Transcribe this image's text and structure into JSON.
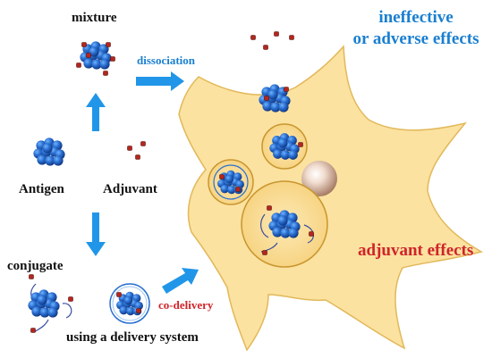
{
  "labels": {
    "mixture": "mixture",
    "dissociation": "dissociation",
    "ineffective_line1": "ineffective",
    "ineffective_line2": "or adverse effects",
    "antigen": "Antigen",
    "adjuvant": "Adjuvant",
    "conjugate": "conjugate",
    "co_delivery": "co-delivery",
    "delivery_system": "using a delivery system",
    "adjuvant_effects": "adjuvant effects"
  },
  "colors": {
    "cell_fill": "#fbe2a0",
    "cell_stroke": "#e2b85a",
    "antigen_sphere": "#1f5fb8",
    "adjuvant_particle": "#b3261e",
    "arrow": "#2196e8",
    "text_blue": "#1a7fd0",
    "text_red": "#d0242a",
    "vesicle_stroke": "#c9962f",
    "nucleus": "#a0725a"
  },
  "icons": {
    "antigen": "antigen-cluster-icon",
    "adjuvant": "adjuvant-particle-icon",
    "arrow": "flow-arrow-icon",
    "cell": "dendritic-cell-icon",
    "vesicle": "endosome-icon"
  }
}
